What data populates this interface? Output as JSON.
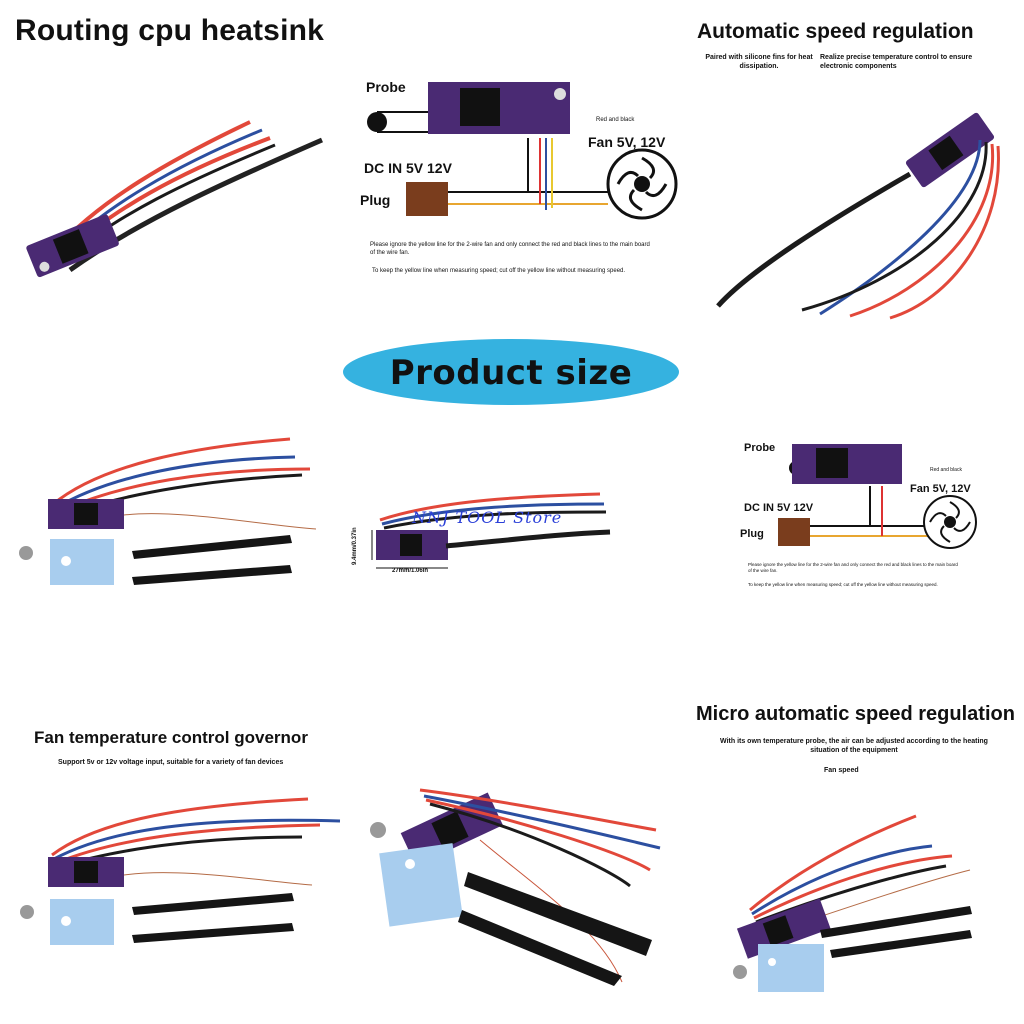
{
  "titles": {
    "top_left": "Routing cpu heatsink",
    "top_right": "Automatic speed regulation",
    "center_banner": "Product size",
    "bottom_left": "Fan temperature control governor",
    "bottom_right": "Micro automatic speed regulation"
  },
  "captions": {
    "paired": "Paired with silicone fins for heat dissipation.",
    "realize": "Realize precise temperature control to ensure electronic components",
    "support": "Support 5v or 12v voltage input, suitable for a variety of fan devices",
    "probe_note": "With its own temperature probe, the air can be adjusted according to the heating situation of the equipment",
    "fan_speed": "Fan speed"
  },
  "diagram": {
    "probe": "Probe",
    "dc_in": "DC IN 5V 12V",
    "plug": "Plug",
    "fan": "Fan 5V, 12V",
    "red_black": "Red and black",
    "note1": "Please ignore the yellow line for the 2-wire fan and only connect the red and black lines to the main board of the wire fan.",
    "note2": "To keep the yellow line when measuring speed; cut off the yellow line without measuring speed."
  },
  "dimensions": {
    "width": "27mm/1.06in",
    "height": "9.4mm/0.37in"
  },
  "watermark": "NNJ TOOL Store",
  "colors": {
    "banner": "#35b2e0",
    "board": "#4a2a73",
    "wire_red": "#e2483a",
    "wire_blue": "#2c4fa0",
    "wire_black": "#1b1b1b",
    "plug": "#7a3d1d",
    "pad": "#a8cdee"
  }
}
